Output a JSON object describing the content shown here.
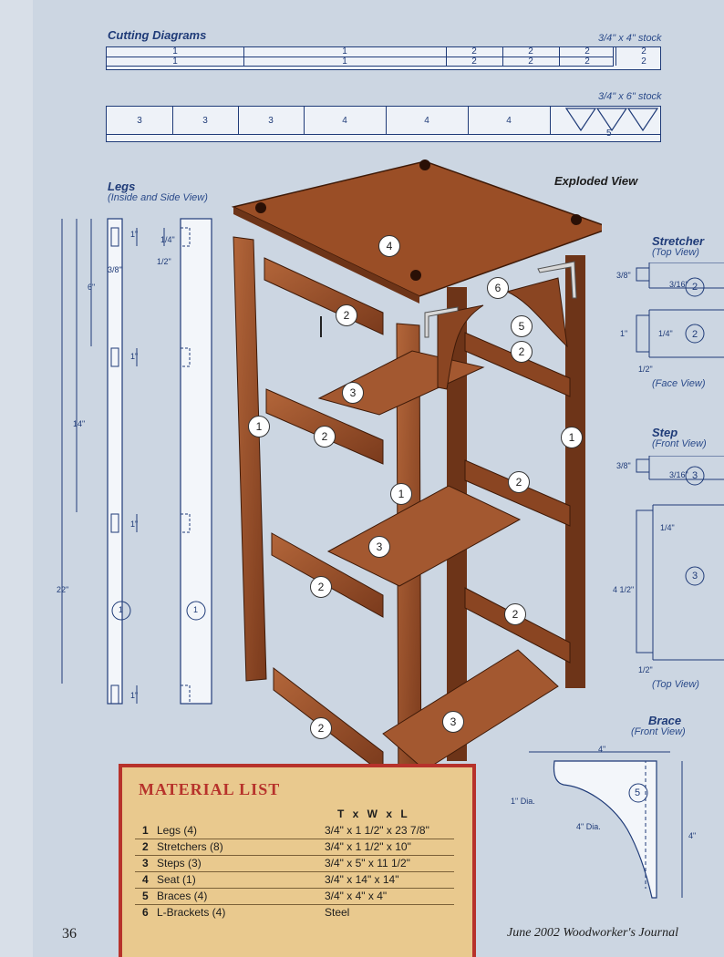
{
  "cutting": {
    "title": "Cutting Diagrams",
    "stock1_label": "3/4\" x 4\" stock",
    "stock1_cells": [
      "1",
      "1",
      "1",
      "1",
      "2",
      "2",
      "2",
      "2",
      "2",
      "2",
      "2",
      "2"
    ],
    "stock2_label": "3/4\" x 6\" stock",
    "stock2_cells": [
      "3",
      "3",
      "3",
      "4",
      "4",
      "4"
    ],
    "stock2_last": "5"
  },
  "legs": {
    "title": "Legs",
    "subtitle": "(Inside and Side View)",
    "dims": [
      "1\"",
      "3/8\"",
      "6\"",
      "1\"",
      "14\"",
      "1\"",
      "22\"",
      "1\"",
      "1/4\"",
      "1/2\""
    ],
    "part": "1"
  },
  "exploded": {
    "title": "Exploded View",
    "callouts": [
      "4",
      "6",
      "2",
      "5",
      "2",
      "3",
      "1",
      "2",
      "1",
      "1",
      "2",
      "3",
      "2",
      "2",
      "2",
      "3"
    ]
  },
  "stretcher": {
    "title": "Stretcher",
    "top_view": "(Top View)",
    "face_view": "(Face View)",
    "dims": [
      "3/8\"",
      "3/16\"",
      "1\"",
      "1/4\"",
      "1/2\""
    ],
    "part": "2"
  },
  "step": {
    "title": "Step",
    "front_view": "(Front View)",
    "top_view": "(Top View)",
    "dims": [
      "3/8\"",
      "3/16\"",
      "1/4\"",
      "4 1/2\"",
      "1/2\""
    ],
    "part": "3"
  },
  "brace": {
    "title": "Brace",
    "front_view": "(Front View)",
    "dims": [
      "4\"",
      "1\" Dia.",
      "4\" Dia.",
      "4\""
    ],
    "part": "5"
  },
  "material_list": {
    "title": "MATERIAL LIST",
    "header": "T x W x L",
    "rows": [
      {
        "num": "1",
        "part": "Legs (4)",
        "size": "3/4\" x 1 1/2\" x 23 7/8\""
      },
      {
        "num": "2",
        "part": "Stretchers (8)",
        "size": "3/4\" x 1 1/2\" x 10\""
      },
      {
        "num": "3",
        "part": "Steps (3)",
        "size": "3/4\" x 5\" x 11 1/2\""
      },
      {
        "num": "4",
        "part": "Seat (1)",
        "size": "3/4\" x 14\" x 14\""
      },
      {
        "num": "5",
        "part": "Braces (4)",
        "size": "3/4\" x 4\" x 4\""
      },
      {
        "num": "6",
        "part": "L-Brackets (4)",
        "size": "Steel"
      }
    ]
  },
  "footer": {
    "page_number": "36",
    "issue": "June 2002 Woodworker's Journal"
  },
  "colors": {
    "ink": "#1f3b78",
    "wood": "#8f4a26",
    "list_border": "#b7322b",
    "list_bg": "#e9c98e"
  }
}
